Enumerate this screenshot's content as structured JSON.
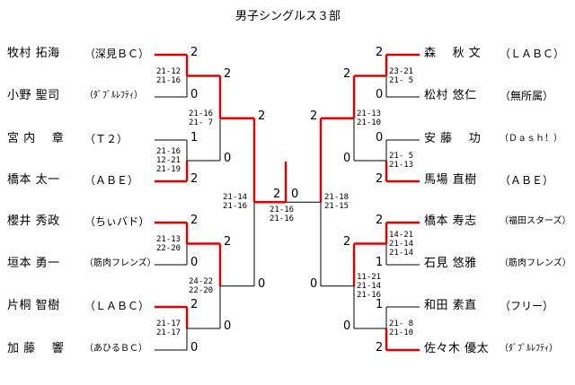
{
  "title": "男子シングルス３部",
  "players_left": [
    {
      "name": "牧村 拓海",
      "affil": "（深見ＢＣ）"
    },
    {
      "name": "小野 聖司",
      "affil": "（ﾀﾞﾌﾞﾙﾚﾌﾃｨ）"
    },
    {
      "name": "宮 内 　章",
      "affil": "（Ｔ２）"
    },
    {
      "name": "橋本 太一",
      "affil": "（ＡＢＥ）"
    },
    {
      "name": "櫻井 秀政",
      "affil": "（ちぃバド）"
    },
    {
      "name": "垣本 勇一",
      "affil": "（筋肉フレンズ）"
    },
    {
      "name": "片桐 智樹",
      "affil": "（ＬＡＢＣ）"
    },
    {
      "name": "加 藤 　響",
      "affil": "（あひるＢＣ）"
    }
  ],
  "players_right": [
    {
      "name": "森 　秋 文",
      "affil": "（ＬＡＢＣ）"
    },
    {
      "name": "松村 悠仁",
      "affil": "（無所属）"
    },
    {
      "name": "安 藤 　功",
      "affil": "（Ｄａｓｈ！）"
    },
    {
      "name": "馬場 直樹",
      "affil": "（ＡＢＥ）"
    },
    {
      "name": "橋本 寿志",
      "affil": "（福田スターズ）"
    },
    {
      "name": "石見 悠雅",
      "affil": "（筋肉フレンズ）"
    },
    {
      "name": "和田 素直",
      "affil": "（フリー）"
    },
    {
      "name": "佐々木 優太",
      "affil": "（ﾀﾞﾌﾞﾙﾚﾌﾃｨ）"
    }
  ],
  "round1_left": [
    {
      "games": "21-12\n21-16",
      "wins": [
        "2",
        "0"
      ]
    },
    {
      "games": "21-16\n12-21\n21-19",
      "wins": [
        "1",
        "2"
      ]
    },
    {
      "games": "21-13\n22-20",
      "wins": [
        "2",
        "0"
      ]
    },
    {
      "games": "21-17\n21-17",
      "wins": [
        "2",
        "0"
      ]
    }
  ],
  "round1_right": [
    {
      "games": "23-21\n21- 5",
      "wins": [
        "2",
        "0"
      ]
    },
    {
      "games": "21- 5\n21-13",
      "wins": [
        "0",
        "2"
      ]
    },
    {
      "games": "14-21\n21-14\n21-14",
      "wins": [
        "2",
        "1"
      ]
    },
    {
      "games": "21- 8\n21-10",
      "wins": [
        "1",
        "2"
      ]
    }
  ],
  "semis_left": [
    {
      "games": "21-16\n21- 7",
      "wins": [
        "2",
        "0"
      ]
    },
    {
      "games": "24-22\n22-20",
      "wins": [
        "2",
        "0"
      ]
    }
  ],
  "semis_right": [
    {
      "games": "21-13\n21-10",
      "wins": [
        "2",
        "0"
      ]
    },
    {
      "games": "11-21\n21-14\n21-16",
      "wins": [
        "2",
        "0"
      ]
    }
  ],
  "quarters_left": {
    "games": "21-14\n21-16",
    "wins": [
      "2",
      "0"
    ]
  },
  "quarters_right": {
    "games": "21-18\n21-15",
    "wins": [
      "2",
      "0"
    ]
  },
  "final": {
    "games": "21-16\n21-16",
    "wins": [
      "2",
      "0"
    ]
  }
}
